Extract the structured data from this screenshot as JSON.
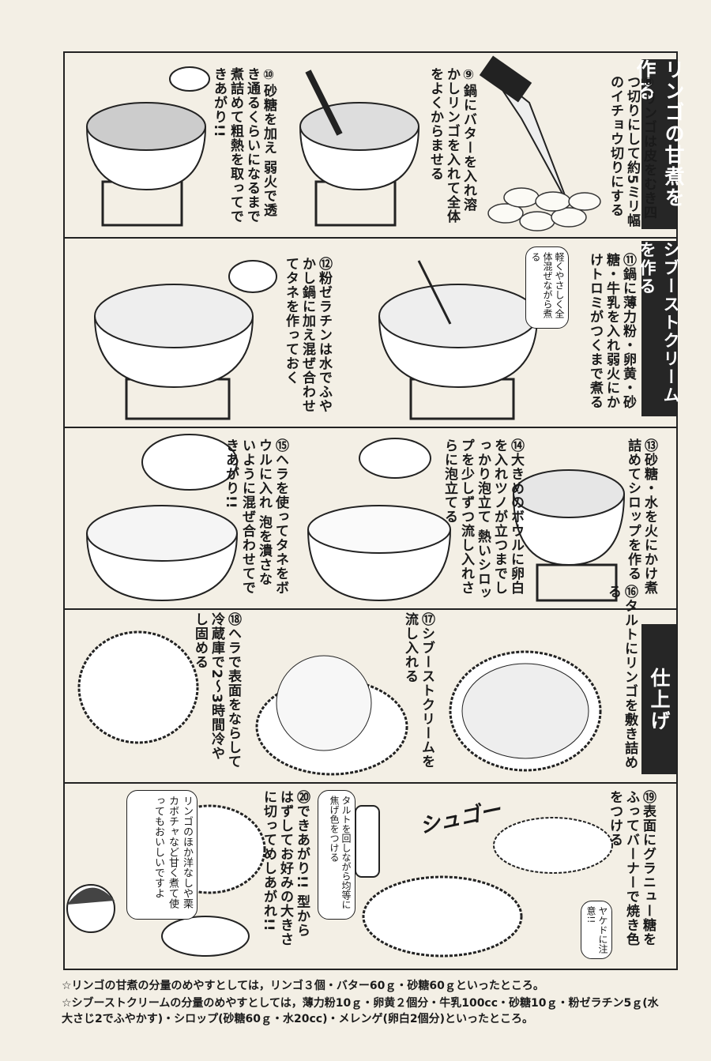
{
  "sections": [
    {
      "title": "リンゴの甘煮を作る"
    },
    {
      "title": "シブーストクリームを作る"
    },
    {
      "title": "仕上げ"
    }
  ],
  "steps": {
    "s8": "⑧リンゴは皮をむき四つ切りにして約5ミリ幅のイチョウ切りにする",
    "s9": "⑨鍋にバターを入れ溶かしリンゴを入れて全体をよくからませる",
    "s10": "⑩砂糖を加え 弱火で透き通るくらいになるまで煮詰めて粗熱を取ってできあがり!!",
    "s11": "⑪鍋に薄力粉・卵黄・砂糖・牛乳を入れ弱火にかけトロミがつくまで煮る",
    "s12": "⑫粉ゼラチンは水でふやかし鍋に加え混ぜ合わせてタネを作っておく",
    "s13": "⑬砂糖・水を火にかけ煮詰めてシロップを作る",
    "s14": "⑭大きめのボウルに卵白を入れツノが立つまでしっかり泡立て 熱いシロップを少しずつ流し入れさらに泡立てる",
    "s15": "⑮ヘラを使ってタネをボウルに入れ 泡を潰さないように混ぜ合わせてできあがり!!",
    "s16": "⑯タルトにリンゴを敷き詰める",
    "s17": "⑰シブーストクリームを流し入れる",
    "s18": "⑱ヘラで表面をならして冷蔵庫で2〜3時間冷やし固める",
    "s19": "⑲表面にグラニュー糖をふってバーナーで焼き色をつける",
    "s20": "⑳できあがり!! 型からはずしてお好みの大きさに切ってめしあがれ!!"
  },
  "bubbles": {
    "gently": "軽くやさしく全体混ぜながら煮る",
    "torch": "タルトを回しながら均等に焦げ色をつける",
    "burn": "ヤケドに注意!!",
    "tip": "リンゴのほか洋なしや栗カボチャなど甘く煮て使ってもおいしいですよ"
  },
  "sfx": "シュゴー",
  "notes": [
    "☆リンゴの甘煮の分量のめやすとしては，リンゴ３個・バター60ｇ・砂糖60ｇといったところ。",
    "☆シブーストクリームの分量のめやすとしては，薄力粉10ｇ・卵黄２個分・牛乳100cc・砂糖10ｇ・粉ゼラチン5ｇ(水大さじ2でふやかす)・シロップ(砂糖60ｇ・水20cc)・メレンゲ(卵白2個分)といったところ。"
  ]
}
